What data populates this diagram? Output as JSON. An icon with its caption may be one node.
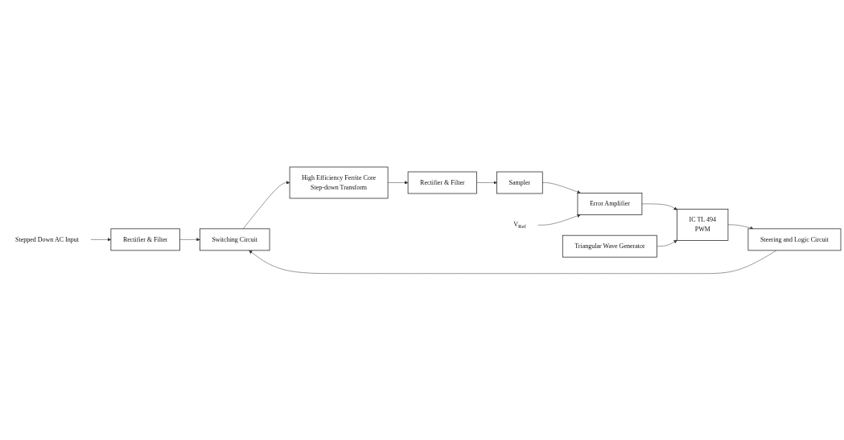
{
  "diagram": {
    "nodes": [
      {
        "text": [
          "Stepped Down AC Input"
        ]
      },
      {
        "text": [
          "Rectifier & Filter"
        ]
      },
      {
        "text": [
          "Switching Circuit"
        ]
      },
      {
        "text": [
          "High Efficiency Ferrite Core",
          "Step-down Transform"
        ]
      },
      {
        "text": [
          "Rectifier & Filter"
        ]
      },
      {
        "text": [
          "Sampler"
        ]
      },
      {
        "text": [
          "Error Amplifier"
        ]
      },
      {
        "text": [
          "IC TL 494",
          "PWM"
        ]
      },
      {
        "text": [
          "Steering and Logic Circuit"
        ]
      },
      {
        "text": [
          "Triangular Wave Generator"
        ]
      },
      {
        "text": [
          "V$_{Ref}$"
        ]
      }
    ],
    "edges": [
      {
        "from": 0,
        "to": 1,
        "arrow": "to"
      },
      {
        "from": 1,
        "to": 2,
        "arrow": "to"
      },
      {
        "from": 2,
        "to": 3,
        "arrow": "to"
      },
      {
        "from": 3,
        "to": 4,
        "arrow": "to"
      },
      {
        "from": 4,
        "to": 5,
        "arrow": "to"
      },
      {
        "from": 5,
        "to": 6,
        "arrow": "to"
      },
      {
        "from": 10,
        "to": 6,
        "arrow": "to"
      },
      {
        "from": 6,
        "to": 7,
        "arrow": "to"
      },
      {
        "from": 7,
        "to": 8,
        "arrow": "to"
      },
      {
        "from": 8,
        "to": 2,
        "arrow": "to"
      },
      {
        "from": 9,
        "to": 7,
        "arrow": "to"
      }
    ]
  }
}
